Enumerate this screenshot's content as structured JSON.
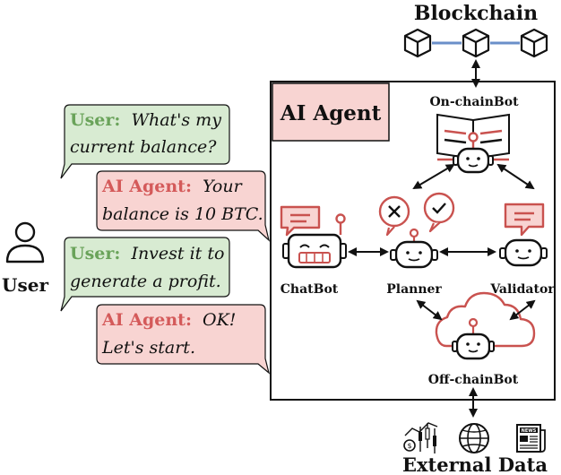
{
  "blockchain_label": "Blockchain",
  "external_data_label": "External Data",
  "user_label": "User",
  "agent_title": "AI Agent",
  "bots": {
    "onchain": "On-chainBot",
    "chatbot": "ChatBot",
    "planner": "Planner",
    "validator": "Validator",
    "offchain": "Off-chainBot"
  },
  "messages": [
    {
      "speaker": "User:",
      "line1": "What's my",
      "line2": "current balance?"
    },
    {
      "speaker": "AI Agent:",
      "line1": "Your",
      "line2": "balance is 10 BTC."
    },
    {
      "speaker": "User:",
      "line1": "Invest it to",
      "line2": "generate a profit."
    },
    {
      "speaker": "AI Agent:",
      "line1": "OK!",
      "line2": "Let's start."
    }
  ],
  "colors": {
    "user_bubble": "#d8ebd2",
    "agent_bubble": "#f8d4d2",
    "user_text": "#6aa35a",
    "agent_text": "#d45a5a",
    "robot_accent": "#c9524f",
    "chain_link": "#6a8fc9"
  }
}
